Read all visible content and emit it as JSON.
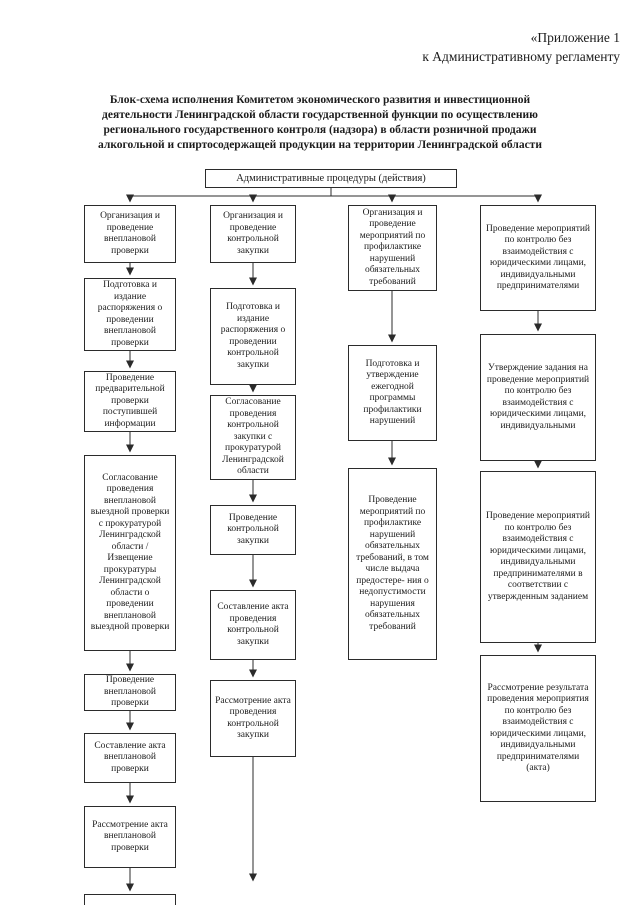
{
  "header": {
    "annotation_line1": "«Приложение  1",
    "annotation_line2": "к Административному регламенту",
    "title": "Блок-схема исполнения Комитетом экономического развития и инвестиционной деятельности Ленинградской области государственной функции по осуществлению регионального государственного контроля (надзора) в области розничной продажи алкогольной и спиртосодержащей продукции на территории Ленинградской области"
  },
  "flowchart": {
    "root": "Административные процедуры (действия)",
    "columns": [
      {
        "boxes": [
          "Организация и проведение внеплановой проверки",
          "Подготовка и издание распоряжения о проведении внеплановой проверки",
          "Проведение предварительной проверки поступившей информации",
          "Согласование проведения внеплановой выездной проверки с прокуратурой Ленинградской области / Извещение прокуратуры Ленинградской области о проведении внеплановой выездной проверки",
          "Проведение внеплановой проверки",
          "Составление акта внеплановой проверки",
          "Рассмотрение акта внеплановой проверки"
        ]
      },
      {
        "boxes": [
          "Организация и проведение контрольной закупки",
          "Подготовка и издание распоряжения о проведении контрольной закупки",
          "Согласование проведения контрольной закупки с прокуратурой Ленинградской области",
          "Проведение контрольной закупки",
          "Составление акта проведения контрольной закупки",
          "Рассмотрение акта проведения контрольной закупки"
        ]
      },
      {
        "boxes": [
          "Организация и проведение мероприятий по профилактике нарушений обязательных требований",
          "Подготовка и утверждение ежегодной программы профилактики нарушений",
          "Проведение мероприятий по профилактике нарушений обязательных требований, в том числе выдача предостере- ния о недопустимости нарушения обязательных требований"
        ]
      },
      {
        "boxes": [
          "Проведение мероприятий по контролю без взаимодействия с юридическими лицами, индивидуальными предпринимателями",
          "Утверждение задания на проведение мероприятий по контролю без взаимодействия с юридическими лицами, индивидуальными",
          "Проведение мероприятий по контролю без взаимодействия с юридическими лицами, индивидуальными предпринимателями в соответствии с утвержденным заданием",
          "Рассмотрение результата проведения мероприятия по контролю без взаимодействия с юридическими лицами, индивидуальными предпринимателями (акта)"
        ]
      }
    ]
  }
}
